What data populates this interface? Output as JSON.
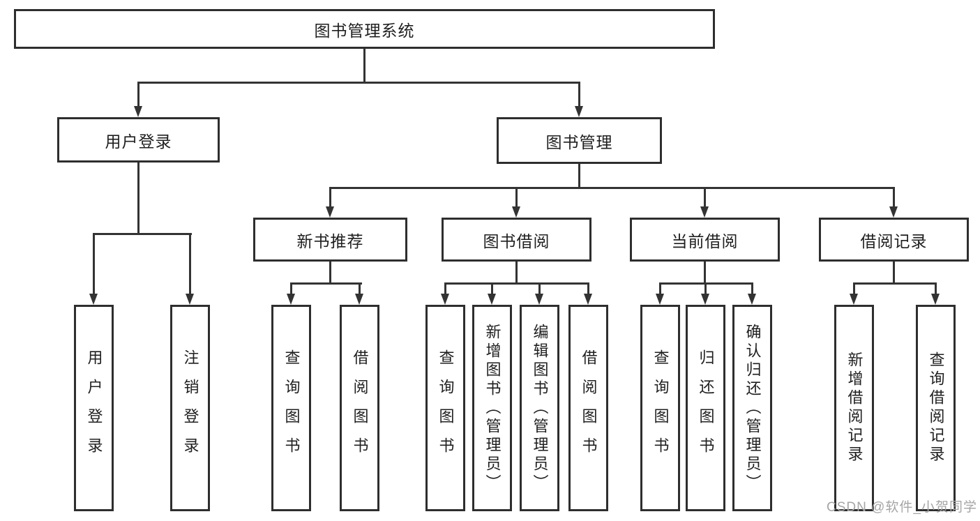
{
  "colors": {
    "line": "#333333",
    "box_border": "#2e2e2e",
    "box_background": "#ffffff",
    "text": "#1f1f1f",
    "watermark": "#a5a5a5"
  },
  "tree": {
    "root": {
      "label": "图书管理系统"
    },
    "branches": [
      {
        "label": "用户登录",
        "children": [
          "用户登录",
          "注销登录"
        ]
      },
      {
        "label": "图书管理",
        "children": [
          {
            "label": "新书推荐",
            "children": [
              "查询图书",
              "借阅图书"
            ]
          },
          {
            "label": "图书借阅",
            "children": [
              "查询图书",
              "新增图书（管理员）",
              "编辑图书（管理员）",
              "借阅图书"
            ]
          },
          {
            "label": "当前借阅",
            "children": [
              "查询图书",
              "归还图书",
              "确认归还（管理员）"
            ]
          },
          {
            "label": "借阅记录",
            "children": [
              "新增借阅记录",
              "查询借阅记录"
            ]
          }
        ]
      }
    ]
  },
  "watermark": "CSDN @软件_小贺同学"
}
